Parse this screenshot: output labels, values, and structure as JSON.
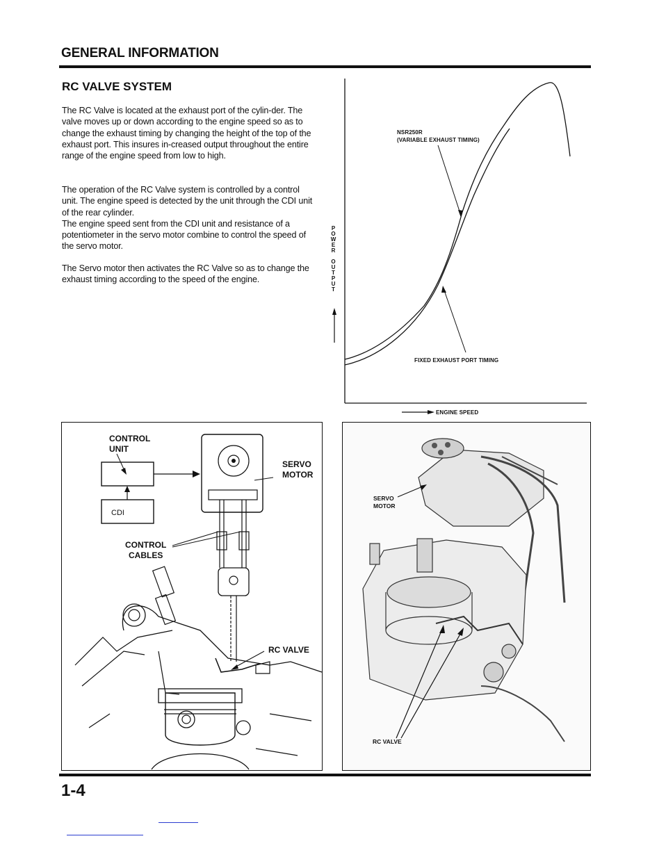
{
  "header": {
    "title": "GENERAL INFORMATION"
  },
  "section": {
    "title": "RC VALVE SYSTEM"
  },
  "body": {
    "p1": "The RC Valve is located at the exhaust port of the cylin-der. The valve moves up or down according to the engine speed so as to change the exhaust timing by changing the height of the top of the exhaust port. This insures in-creased output throughout the entire range of the engine speed from low to high.",
    "p2a": "The operation of the RC Valve system is controlled by a control unit. The engine speed is detected by the unit through the CDI unit of the rear cylinder.",
    "p2b": "The engine speed sent from the CDI unit and resistance of a potentiometer in the servo motor combine to control the speed of the servo motor.",
    "p3": "The Servo motor then activates the RC Valve so as to change the exhaust timing according to the speed of the engine."
  },
  "chart": {
    "curve_label_1": "NSR250R",
    "curve_label_2": "(VARIABLE EXHAUST TIMING)",
    "fixed_label": "FIXED EXHAUST PORT TIMING",
    "y_axis_label": "POWER OUTPUT",
    "x_axis_label": "ENGINE SPEED"
  },
  "diagram": {
    "control_unit": [
      "CONTROL",
      "UNIT"
    ],
    "cdi": "CDI",
    "servo_motor": [
      "SERVO",
      "MOTOR"
    ],
    "control_cables": [
      "CONTROL",
      "CABLES"
    ],
    "rc_valve": "RC VALVE"
  },
  "photo": {
    "servo_motor": [
      "SERVO",
      "MOTOR"
    ],
    "rc_valve": "RC VALVE"
  },
  "footer": {
    "page_number": "1-4"
  }
}
